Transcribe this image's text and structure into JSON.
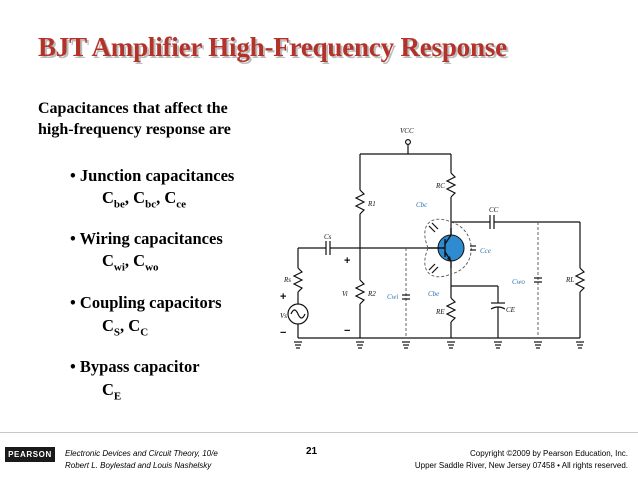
{
  "title": "BJT Amplifier High-Frequency Response",
  "intro": {
    "line1": "Capacitances that affect the",
    "line2": "high-frequency response are"
  },
  "groups": [
    {
      "bullet": "• Junction capacitances",
      "caps": [
        {
          "base": "C",
          "sub": "be"
        },
        {
          "base": "C",
          "sub": "bc"
        },
        {
          "base": "C",
          "sub": "ce"
        }
      ]
    },
    {
      "bullet": "• Wiring capacitances",
      "caps": [
        {
          "base": "C",
          "sub": "wi"
        },
        {
          "base": "C",
          "sub": "wo"
        }
      ]
    },
    {
      "bullet": "• Coupling capacitors",
      "caps": [
        {
          "base": "C",
          "sub": "S"
        },
        {
          "base": "C",
          "sub": "C"
        }
      ]
    },
    {
      "bullet": "• Bypass capacitor",
      "caps": [
        {
          "base": "C",
          "sub": "E"
        }
      ]
    }
  ],
  "circuit_labels": {
    "vcc": "VCC",
    "rc": "RC",
    "r1": "R1",
    "r2": "R2",
    "re": "RE",
    "rs": "Rs",
    "rl": "RL",
    "cs": "Cs",
    "cc": "CC",
    "ce": "CE",
    "cbc": "Cbc",
    "cbe": "Cbe",
    "cce": "Cce",
    "cwi": "Cwi",
    "cwo": "Cwo",
    "vi": "Vi",
    "vs": "Vs",
    "plus": "+",
    "minus": "−"
  },
  "footer": {
    "logo": "PEARSON",
    "book": "Electronic Devices and Circuit Theory, 10/e",
    "authors": "Robert L. Boylestad and Louis Nashelsky",
    "page": "21",
    "copyright": "Copyright ©2009 by Pearson Education, Inc.",
    "address": "Upper Saddle River, New Jersey 07458 • All rights reserved."
  },
  "colors": {
    "title": "#b3322a",
    "transistor_fill": "#2e8bd0",
    "stray_cap": "#2e6fa8"
  }
}
